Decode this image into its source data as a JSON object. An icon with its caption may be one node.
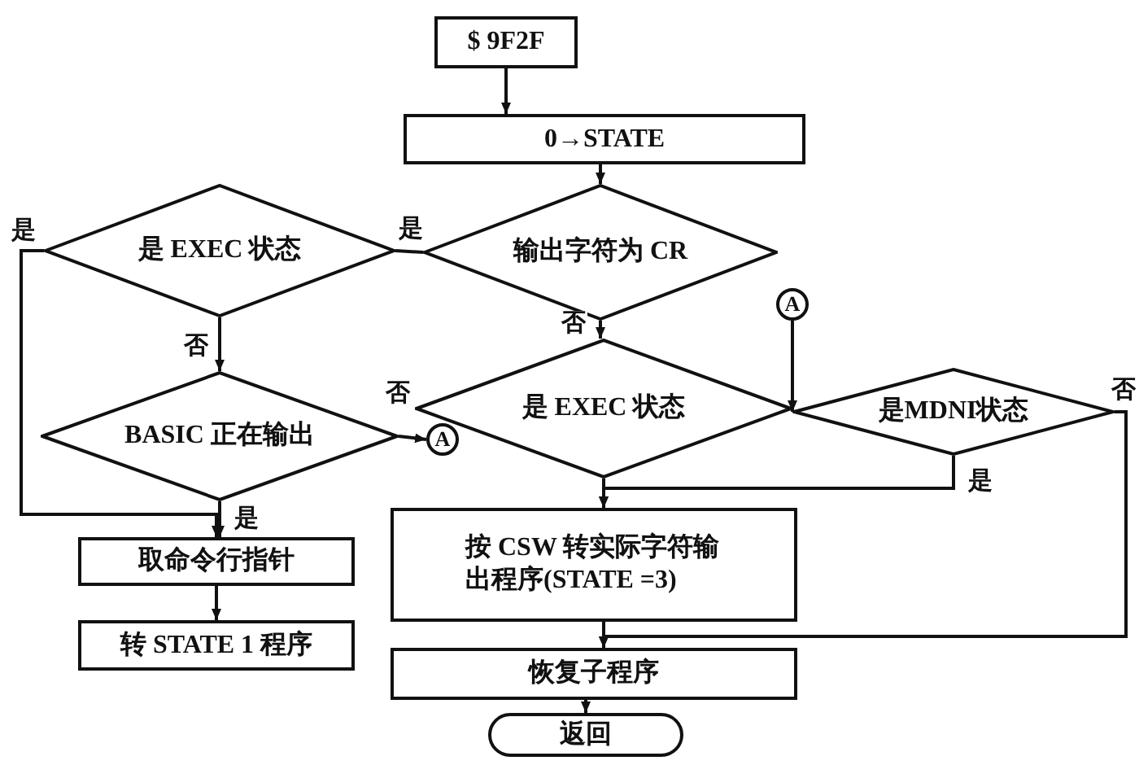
{
  "diagram": {
    "nodes": [
      {
        "text": [
          "$ 9F2F"
        ]
      },
      {
        "text": [
          "0→STATE"
        ]
      },
      {
        "text": [
          "是 EXEC 状态"
        ]
      },
      {
        "text": [
          "输出字符为 CR"
        ]
      },
      {
        "text": [
          "BASIC 正在输出"
        ]
      },
      {
        "text": [
          "是 EXEC 状态"
        ]
      },
      {
        "text": [
          "是MDNI状态"
        ]
      },
      {
        "text": [
          "A"
        ]
      },
      {
        "text": [
          "A"
        ]
      },
      {
        "text": [
          "取命令行指针"
        ]
      },
      {
        "text": [
          "转 STATE 1 程序"
        ]
      },
      {
        "text": [
          "按 CSW 转实际字符输出程序(STATE =3)"
        ]
      },
      {
        "text": [
          "恢复子程序"
        ]
      },
      {
        "text": [
          "返回"
        ]
      }
    ],
    "edges": [
      {
        "from": 0,
        "to": 1,
        "arrow": "to"
      },
      {
        "from": 1,
        "to": 3,
        "arrow": "to"
      },
      {
        "from": 3,
        "to": 2,
        "arrow": "none",
        "label": "是"
      },
      {
        "from": 2,
        "to": 9,
        "arrow": "to",
        "label": "是"
      },
      {
        "from": 2,
        "to": 4,
        "arrow": "to",
        "label": "否"
      },
      {
        "from": 4,
        "to": 9,
        "arrow": "to",
        "label": "是"
      },
      {
        "from": 4,
        "to": 8,
        "arrow": "to"
      },
      {
        "from": 3,
        "to": 5,
        "arrow": "to",
        "label": "否"
      },
      {
        "from": 7,
        "to": 6,
        "arrow": "to"
      },
      {
        "from": 6,
        "to": 11,
        "arrow": "to",
        "label": "是"
      },
      {
        "from": 5,
        "to": 11,
        "arrow": "to"
      },
      {
        "from": 6,
        "to": 12,
        "arrow": "to",
        "label": "否"
      },
      {
        "from": 11,
        "to": 12,
        "arrow": "to"
      },
      {
        "from": 9,
        "to": 10,
        "arrow": "to"
      },
      {
        "from": 12,
        "to": 13,
        "arrow": "to"
      }
    ],
    "labels": [
      "否"
    ]
  }
}
